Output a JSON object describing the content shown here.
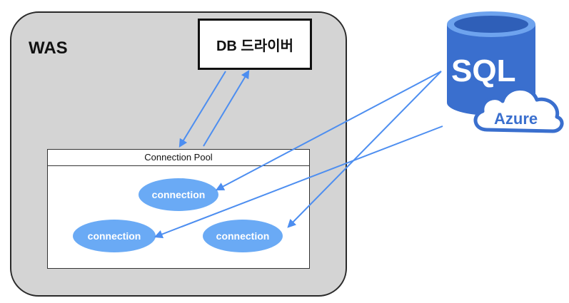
{
  "was": {
    "label": "WAS"
  },
  "driver": {
    "label": "DB 드라이버"
  },
  "pool": {
    "title": "Connection Pool",
    "connections": [
      "connection",
      "connection",
      "connection"
    ]
  },
  "database": {
    "sql_label": "SQL",
    "azure_label": "Azure",
    "icon": "azure-sql-database-icon"
  },
  "colors": {
    "was_fill": "#d4d4d4",
    "connection_fill": "#6aaaf5",
    "arrow": "#4d8ef0",
    "db_blue": "#3a6fce"
  }
}
